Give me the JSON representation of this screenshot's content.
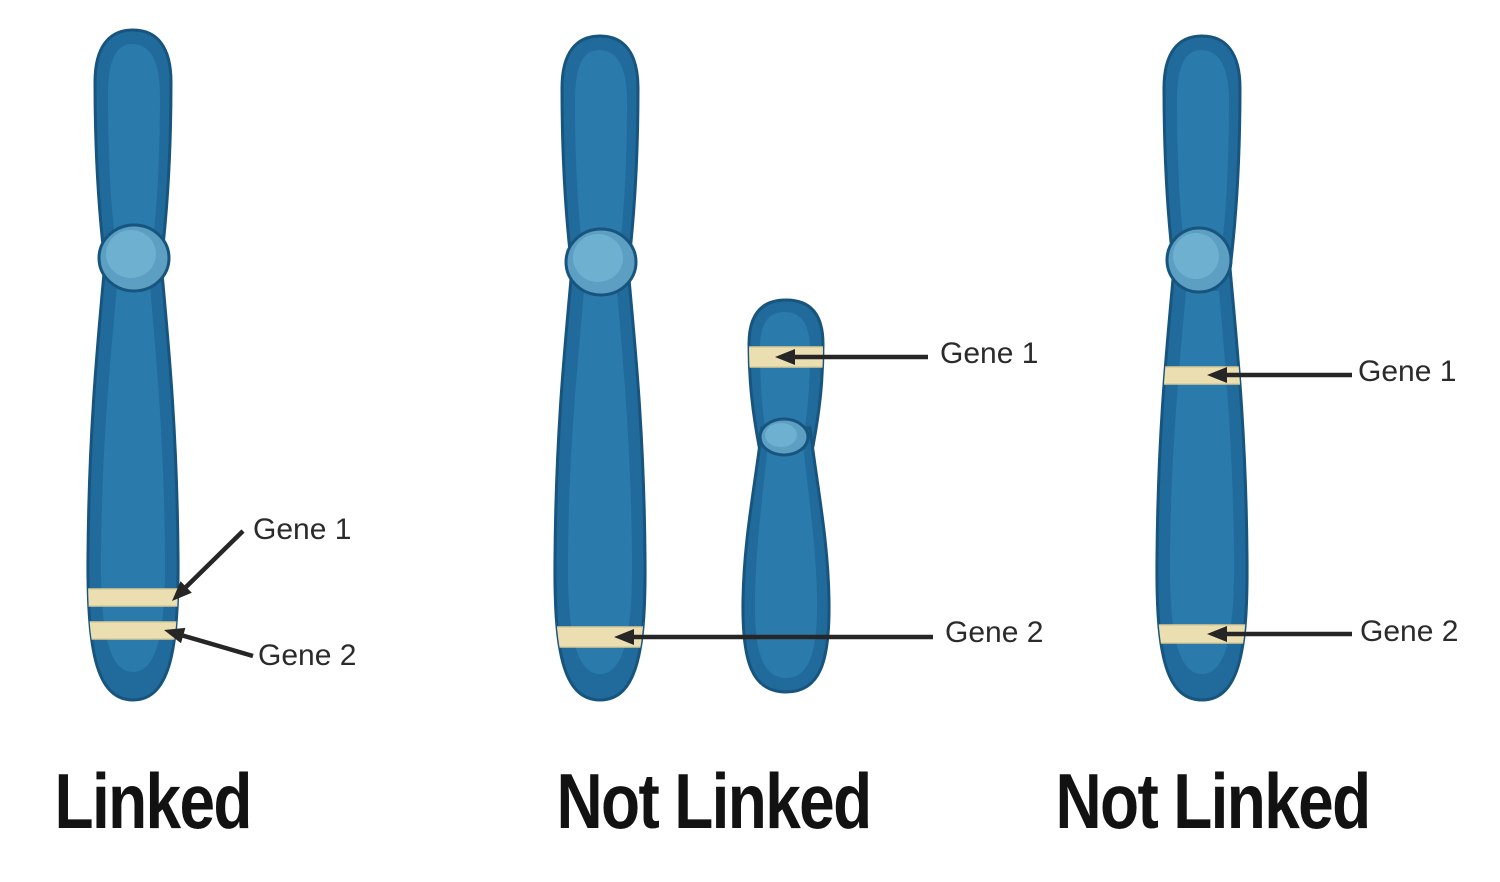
{
  "panels": [
    {
      "title": "Linked",
      "gene_labels": [
        "Gene 1",
        "Gene 2"
      ]
    },
    {
      "title": "Not Linked",
      "gene_labels": [
        "Gene 1",
        "Gene 2"
      ]
    },
    {
      "title": "Not Linked",
      "gene_labels": [
        "Gene 1",
        "Gene 2"
      ]
    }
  ],
  "colors": {
    "background": "#FFFFFF",
    "chromosome_body": "#206A9C",
    "chromosome_highlight": "#2B7AAC",
    "chromosome_outline": "#17557E",
    "centromere": "#5C9FC3",
    "centromere_inner": "#6EB0D0",
    "gene_band": "#EBDFB1",
    "gene_band_edge": "#D9CA96",
    "arrow": "#262626",
    "gene_label_text": "#2B2B2B",
    "title_text": "#121212"
  }
}
